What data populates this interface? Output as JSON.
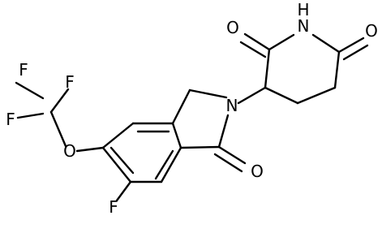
{
  "atoms": {
    "F1": "F",
    "F2": "F",
    "F3": "F",
    "O_ether": "O",
    "F_ring": "F",
    "N_lactam": "N",
    "O_lactam": "O",
    "O_imide_left": "O",
    "NH": "N",
    "H": "H",
    "O_imide_right": "O"
  }
}
